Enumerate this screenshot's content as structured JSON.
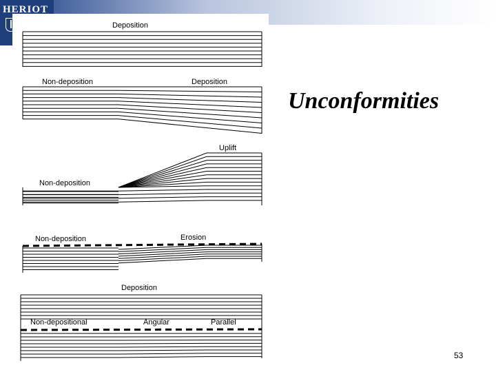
{
  "slide": {
    "title": "Unconformities",
    "page_number": "53",
    "logo_text": "HERIOT"
  },
  "diagram": {
    "panel1": {
      "label_deposition": "Deposition"
    },
    "panel2": {
      "label_nondeposition": "Non-deposition",
      "label_deposition": "Deposition"
    },
    "panel3": {
      "label_uplift": "Uplift",
      "label_nondeposition": "Non-deposition"
    },
    "panel4": {
      "label_nondeposition": "Non-deposition",
      "label_erosion": "Erosion"
    },
    "panel5": {
      "label_deposition": "Deposition",
      "label_nondepositional": "Non-depositional",
      "label_angular": "Angular",
      "label_parallel": "Parallel"
    }
  },
  "colors": {
    "header_blue": "#1f3f7a",
    "line": "#000000",
    "background": "#ffffff"
  }
}
